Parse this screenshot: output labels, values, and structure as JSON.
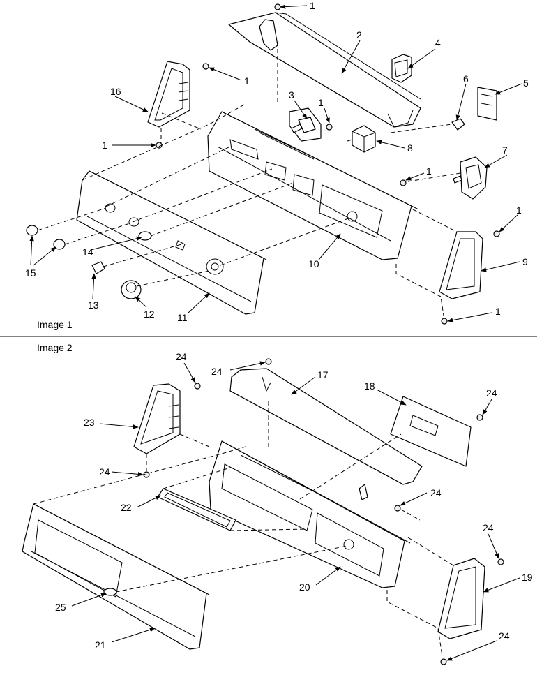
{
  "image1": {
    "title": "Image 1",
    "callouts": [
      "1",
      "2",
      "3",
      "4",
      "5",
      "6",
      "7",
      "8",
      "9",
      "10",
      "11",
      "12",
      "13",
      "14",
      "15",
      "16"
    ]
  },
  "image2": {
    "title": "Image 2",
    "callouts": [
      "17",
      "18",
      "19",
      "20",
      "21",
      "22",
      "23",
      "24",
      "25"
    ]
  }
}
